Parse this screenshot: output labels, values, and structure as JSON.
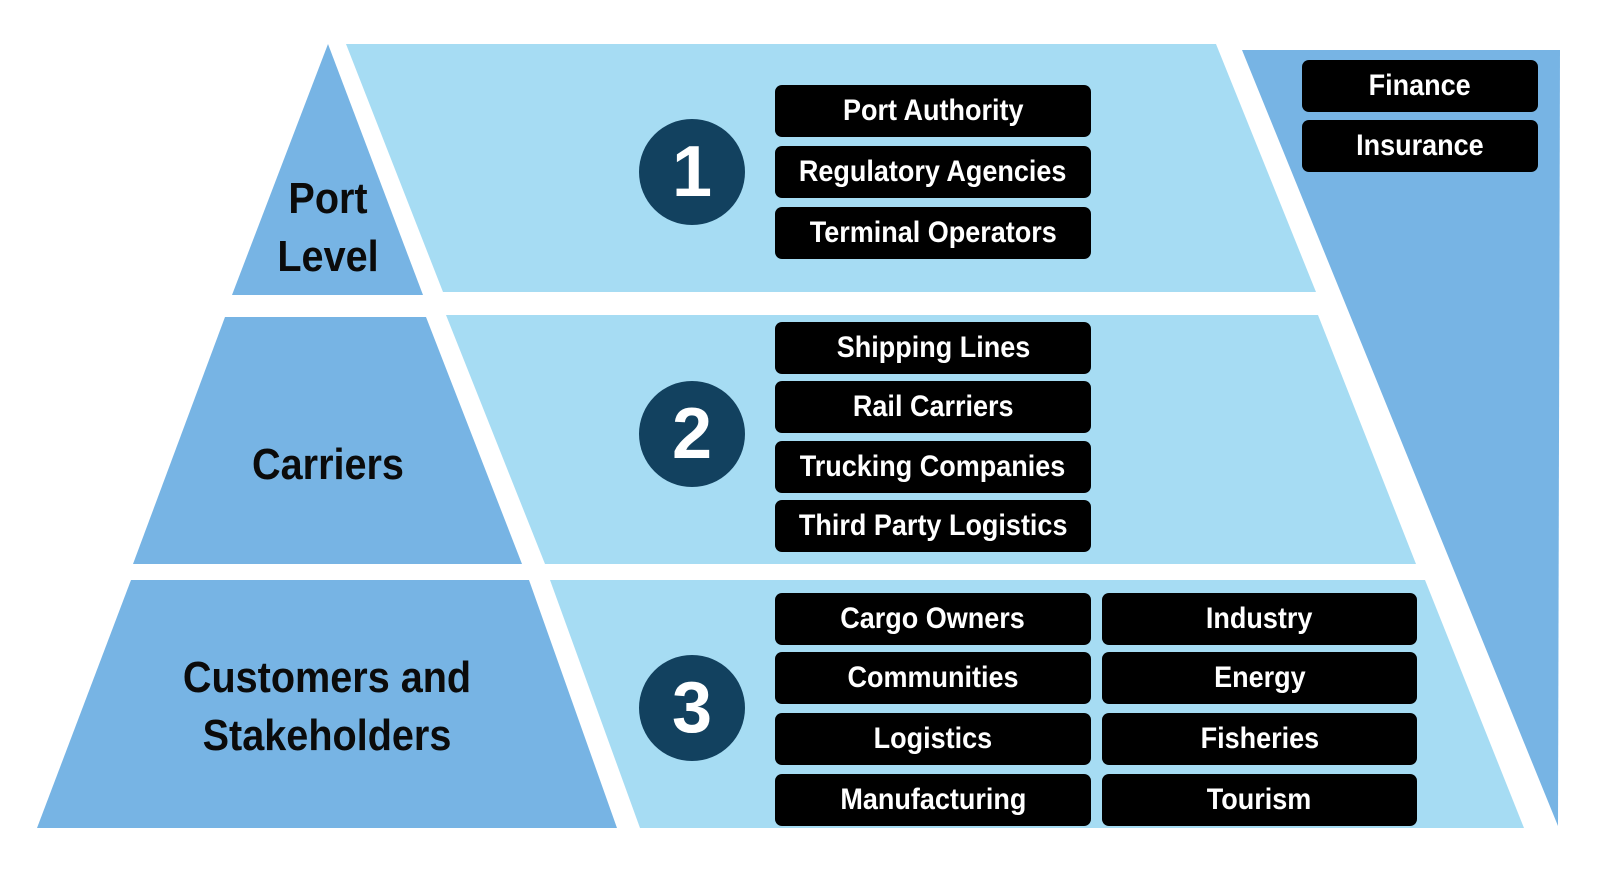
{
  "colors": {
    "tier_fill": "#77b4e4",
    "band_fill": "#a6dcf3",
    "badge_fill": "#12415f",
    "pill_fill": "#000000",
    "pill_text": "#ffffff",
    "label_text": "#0b0b0b"
  },
  "tiers": [
    {
      "label": "Port Level",
      "label_lines": [
        "Port",
        "Level"
      ],
      "number": "1",
      "groups": [
        [
          "Port Authority",
          "Regulatory Agencies",
          "Terminal Operators"
        ]
      ]
    },
    {
      "label": "Carriers",
      "label_lines": [
        "Carriers"
      ],
      "number": "2",
      "groups": [
        [
          "Shipping Lines",
          "Rail Carriers",
          "Trucking Companies",
          "Third Party Logistics"
        ]
      ]
    },
    {
      "label": "Customers and Stakeholders",
      "label_lines": [
        "Customers and",
        "Stakeholders"
      ],
      "number": "3",
      "groups": [
        [
          "Cargo Owners",
          "Communities",
          "Logistics",
          "Manufacturing"
        ],
        [
          "Industry",
          "Energy",
          "Fisheries",
          "Tourism"
        ]
      ]
    }
  ],
  "cross_cutting": [
    "Finance",
    "Insurance"
  ]
}
